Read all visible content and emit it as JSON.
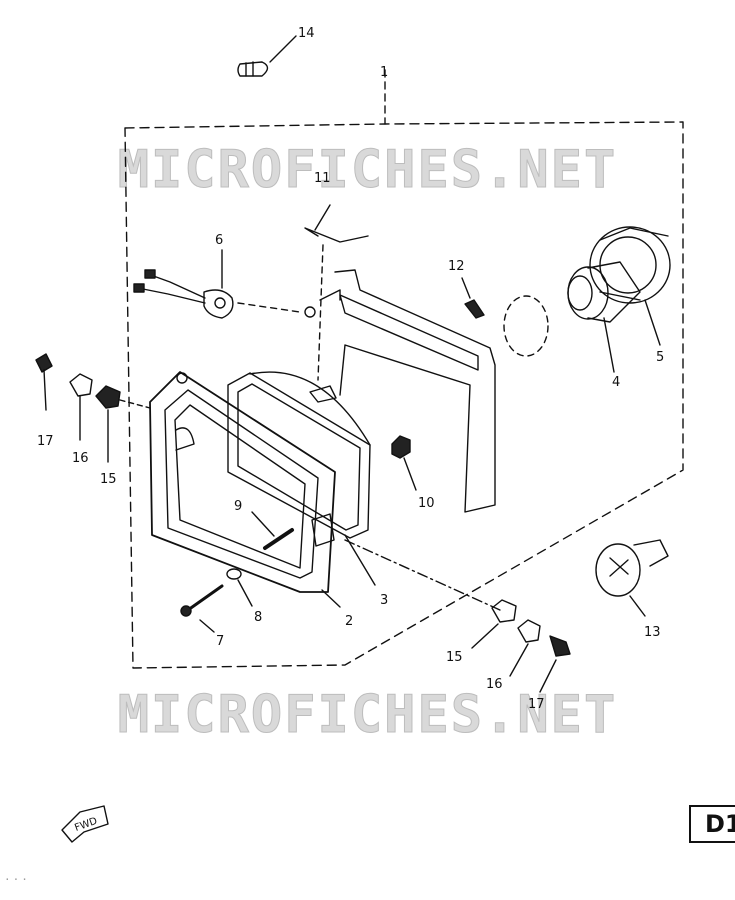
{
  "watermark": "MICROFICHES.NET",
  "page_code": "D1",
  "fwd_label": "FWD",
  "footer": "...",
  "callouts": [
    {
      "id": "c1",
      "label": "1"
    },
    {
      "id": "c2",
      "label": "2"
    },
    {
      "id": "c3",
      "label": "3"
    },
    {
      "id": "c4",
      "label": "4"
    },
    {
      "id": "c5",
      "label": "5"
    },
    {
      "id": "c6",
      "label": "6"
    },
    {
      "id": "c7",
      "label": "7"
    },
    {
      "id": "c8",
      "label": "8"
    },
    {
      "id": "c9",
      "label": "9"
    },
    {
      "id": "c10",
      "label": "10"
    },
    {
      "id": "c11",
      "label": "11"
    },
    {
      "id": "c12",
      "label": "12"
    },
    {
      "id": "c13",
      "label": "13"
    },
    {
      "id": "c14",
      "label": "14"
    },
    {
      "id": "c15a",
      "label": "15"
    },
    {
      "id": "c15b",
      "label": "15"
    },
    {
      "id": "c16a",
      "label": "16"
    },
    {
      "id": "c16b",
      "label": "16"
    },
    {
      "id": "c17a",
      "label": "17"
    },
    {
      "id": "c17b",
      "label": "17"
    }
  ]
}
